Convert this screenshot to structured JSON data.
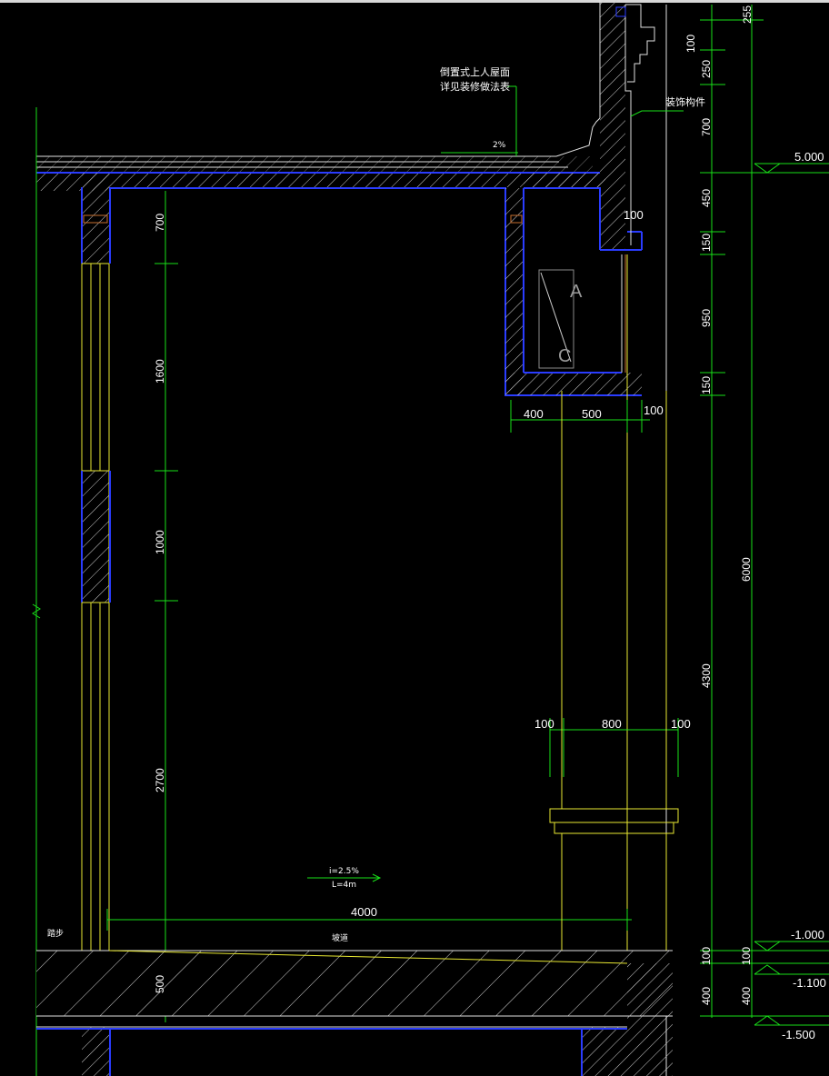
{
  "notes": {
    "roof_line1": "倒置式上人屋面",
    "roof_line2": "详见装修做法表",
    "slope_roof": "2%",
    "decor": "装饰构件",
    "ramp_i": "i=2.5%",
    "ramp_l": "L=4m",
    "ramp_label": "坡道",
    "left_label": "踏步",
    "tag_a": "A",
    "tag_c": "C"
  },
  "levels": {
    "l1": "5.000",
    "l2": "-1.000",
    "l3": "-1.100",
    "l4": "-1.500"
  },
  "dims_left": {
    "d1": "700",
    "d2": "1600",
    "d3": "1000",
    "d4": "2700",
    "d5": "500"
  },
  "dims_right": {
    "r1": "255",
    "r2": "100",
    "r3": "250",
    "r4": "700",
    "r5": "450",
    "r6": "150",
    "r7": "950",
    "r8": "150",
    "r9": "4300",
    "r10": "100",
    "r11": "400",
    "r12": "6000",
    "r13": "100",
    "r14": "400"
  },
  "dims_horizontal": {
    "h1": "400",
    "h2": "500",
    "h3": "100",
    "h4": "100",
    "h5": "800",
    "h6": "100",
    "h7": "4000",
    "h8": "100"
  },
  "colors": {
    "background": "#000000",
    "dim_line": "#19e019",
    "outline": "#e8e832",
    "wall": "#2a3cff",
    "text": "#ffffff"
  }
}
